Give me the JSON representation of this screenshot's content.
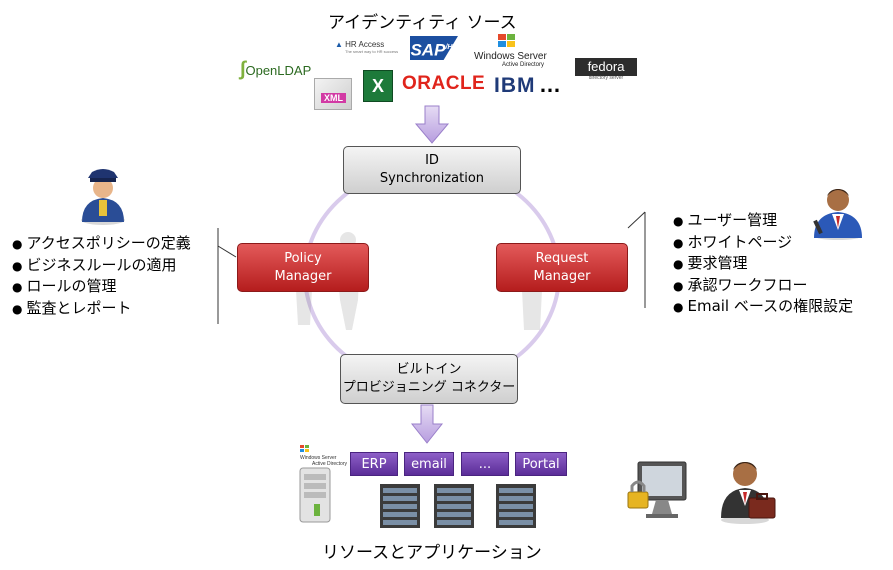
{
  "sources": {
    "title": "アイデンティティ ソース",
    "logos": {
      "hr_access": "HR Access",
      "hr_access_tag": "The smart way to HR success",
      "sap": "SAP",
      "sap_hr": "HR",
      "windows_server": "Windows Server",
      "active_directory": "Active Directory",
      "openldap": "OpenLDAP",
      "xml": "XML",
      "oracle": "ORACLE",
      "ibm": "IBM",
      "ellipsis": "…",
      "fedora": "fedora",
      "fedora_sub": "directory server"
    }
  },
  "sync_box": {
    "line1": "ID",
    "line2": "Synchronization"
  },
  "policy_box": {
    "line1": "Policy",
    "line2": "Manager"
  },
  "request_box": {
    "line1": "Request",
    "line2": "Manager"
  },
  "connector_box": {
    "line1": "ビルトイン",
    "line2": "プロビジョニング コネクター"
  },
  "policy_features": [
    "アクセスポリシーの定義",
    "ビジネスルールの適用",
    "ロールの管理",
    "監査とレポート"
  ],
  "request_features": [
    "ユーザー管理",
    "ホワイトページ",
    "要求管理",
    "承認ワークフロー",
    "Email ベースの権限設定"
  ],
  "targets": {
    "tags": [
      "ERP",
      "email",
      "...",
      "Portal"
    ],
    "windows_server": "Windows Server",
    "active_directory": "Active Directory"
  },
  "resources": {
    "title": "リソースとアプリケーション"
  },
  "colors": {
    "arrow": "#c8b4e6",
    "red_box": "#c62a2a",
    "gray_box": "#dcdcdc",
    "purple_tag": "#6b3aa8",
    "circle": "#d7c9ea"
  }
}
